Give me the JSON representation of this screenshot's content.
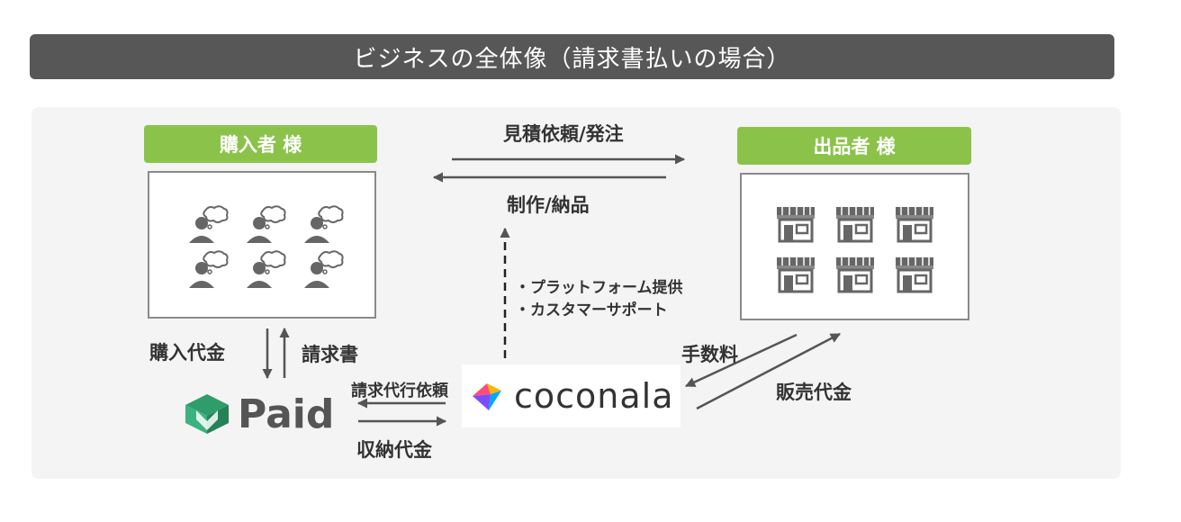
{
  "title": "ビジネスの全体像（請求書払いの場合）",
  "buyer": {
    "label": "購入者 様"
  },
  "seller": {
    "label": "出品者 様"
  },
  "flows": {
    "quote_order": "見積依頼/発注",
    "production_delivery": "制作/納品",
    "purchase_payment": "購入代金",
    "invoice": "請求書",
    "billing_request": "請求代行依頼",
    "collected_payment": "収納代金",
    "fee": "手数料",
    "sales_payment": "販売代金"
  },
  "services": [
    "・プラットフォーム提供",
    "・カスタマーサポート"
  ],
  "logos": {
    "coconala": "coconala",
    "paid": "Paid"
  },
  "colors": {
    "title_bg": "#575757",
    "role_label": "#8bc34a",
    "panel_bg": "#f4f4f4",
    "arrow": "#555555"
  },
  "icons": {
    "buyer_icon": "thinking-person-icon",
    "seller_icon": "shop-icon"
  }
}
